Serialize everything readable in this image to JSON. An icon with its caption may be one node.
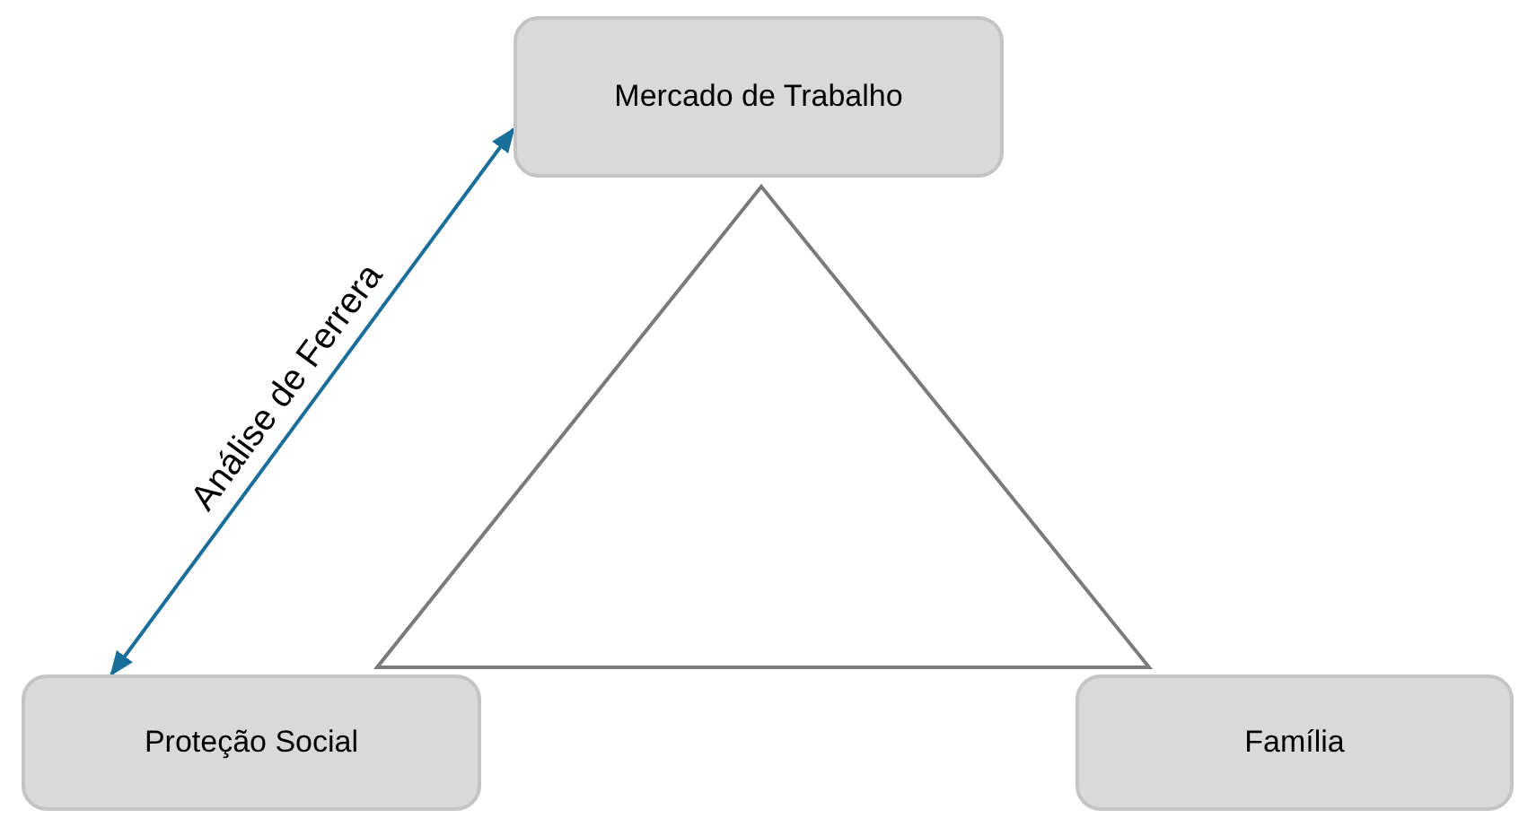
{
  "diagram": {
    "nodes": [
      {
        "text": [
          "Mercado de Trabalho"
        ]
      },
      {
        "text": [
          "Proteção Social"
        ]
      },
      {
        "text": [
          "Família"
        ]
      }
    ],
    "edges": [
      {
        "from": 1,
        "to": 0,
        "arrow": "both",
        "label": "Análise de Ferrera",
        "color": "#1a6f9a"
      }
    ]
  }
}
